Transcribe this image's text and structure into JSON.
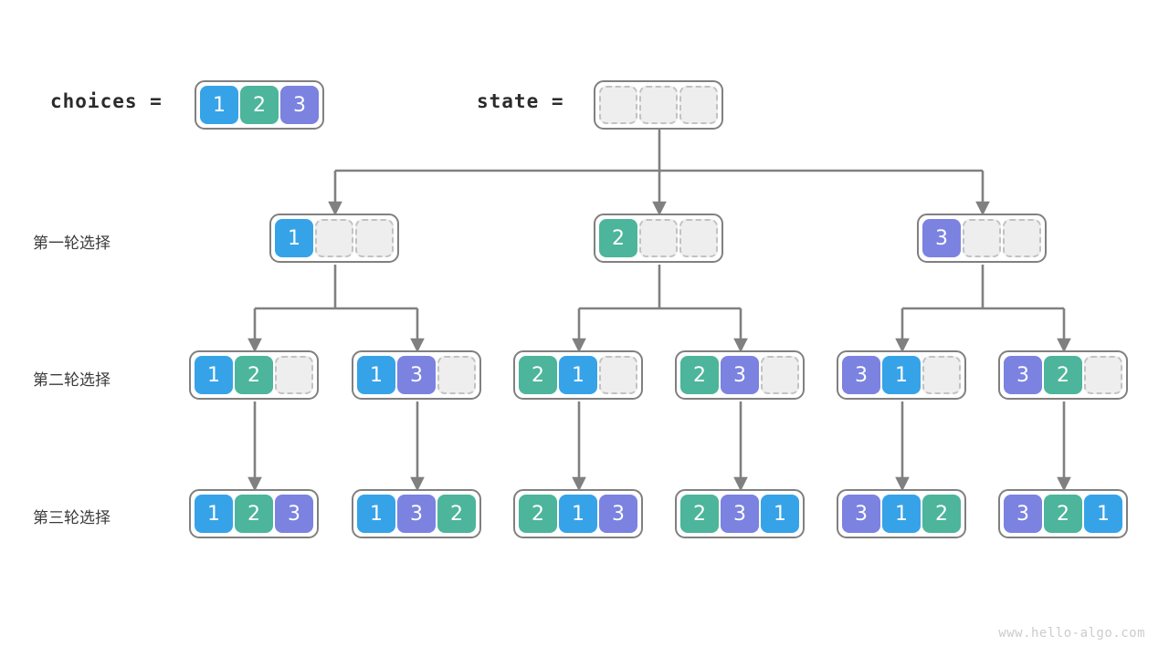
{
  "diagram": {
    "title": "permutations-backtracking-tree",
    "watermark": "www.hello-algo.com",
    "colors": {
      "value_1": "#36a3e8",
      "value_2": "#4cb59b",
      "value_3": "#7b82e0",
      "empty_fill": "#eeeeee",
      "empty_border": "#c2c2c2",
      "node_border": "#808080",
      "edge": "#808080",
      "text": "#2b2b2b",
      "watermark": "#cccccc"
    }
  },
  "header": {
    "choices_label": "choices =",
    "choices_cells": [
      "1",
      "2",
      "3"
    ],
    "state_label": "state =",
    "state_cells": [
      "",
      "",
      ""
    ]
  },
  "rounds": [
    {
      "label": "第一轮选择"
    },
    {
      "label": "第二轮选择"
    },
    {
      "label": "第三轮选择"
    }
  ],
  "row1": [
    {
      "cells": [
        "1",
        "",
        ""
      ]
    },
    {
      "cells": [
        "2",
        "",
        ""
      ]
    },
    {
      "cells": [
        "3",
        "",
        ""
      ]
    }
  ],
  "row2": [
    {
      "cells": [
        "1",
        "2",
        ""
      ]
    },
    {
      "cells": [
        "1",
        "3",
        ""
      ]
    },
    {
      "cells": [
        "2",
        "1",
        ""
      ]
    },
    {
      "cells": [
        "2",
        "3",
        ""
      ]
    },
    {
      "cells": [
        "3",
        "1",
        ""
      ]
    },
    {
      "cells": [
        "3",
        "2",
        ""
      ]
    }
  ],
  "row3": [
    {
      "cells": [
        "1",
        "2",
        "3"
      ]
    },
    {
      "cells": [
        "1",
        "3",
        "2"
      ]
    },
    {
      "cells": [
        "2",
        "1",
        "3"
      ]
    },
    {
      "cells": [
        "2",
        "3",
        "1"
      ]
    },
    {
      "cells": [
        "3",
        "1",
        "2"
      ]
    },
    {
      "cells": [
        "3",
        "2",
        "1"
      ]
    }
  ]
}
